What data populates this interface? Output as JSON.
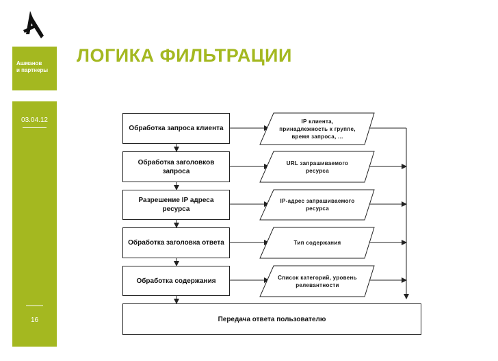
{
  "slide": {
    "title": "ЛОГИКА ФИЛЬТРАЦИИ",
    "brand": "Ашманов\nи партнеры",
    "date": "03.04.12",
    "page_number": "16"
  },
  "flowchart": {
    "process_steps": [
      "Обработка запроса клиента",
      "Обработка заголовков запроса",
      "Разрешение IP адреса ресурса",
      "Обработка заголовка ответа",
      "Обработка содержания"
    ],
    "data_items": [
      "IP клиента, принадлежность к группе, время запроса, ...",
      "URL запрашиваемого ресурса",
      "IP-адрес запрашиваемого ресурса",
      "Тип содержания",
      "Список категорий, уровень релевантности"
    ],
    "final_step": "Передача ответа пользователю"
  },
  "colors": {
    "accent": "#a4b820",
    "line": "#222222"
  }
}
